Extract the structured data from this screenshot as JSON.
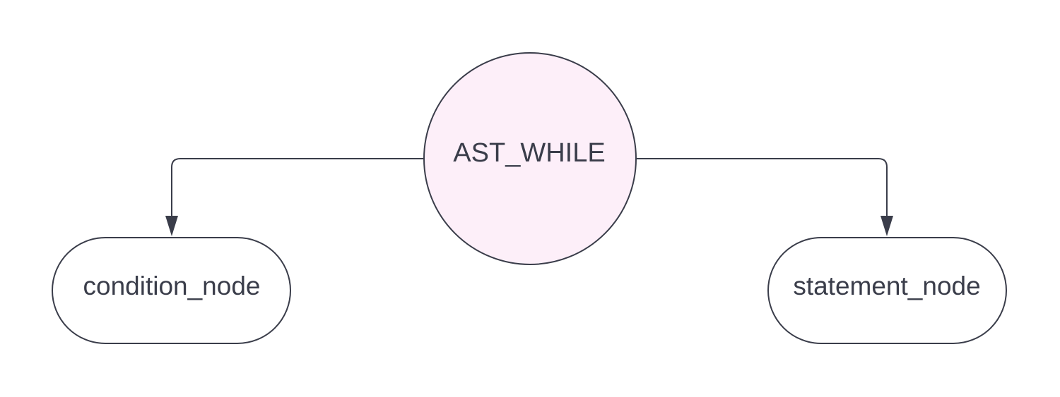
{
  "nodes": {
    "root": {
      "label": "AST_WHILE",
      "fill": "#fdeff9",
      "stroke": "#3a3d4a"
    },
    "left": {
      "label": "condition_node",
      "fill": "#ffffff",
      "stroke": "#3a3d4a"
    },
    "right": {
      "label": "statement_node",
      "fill": "#ffffff",
      "stroke": "#3a3d4a"
    }
  },
  "edges": [
    {
      "from": "AST_WHILE",
      "to": "condition_node"
    },
    {
      "from": "AST_WHILE",
      "to": "statement_node"
    }
  ],
  "colors": {
    "line": "#3a3d4a",
    "text": "#3a3d4a",
    "background": "#ffffff"
  }
}
